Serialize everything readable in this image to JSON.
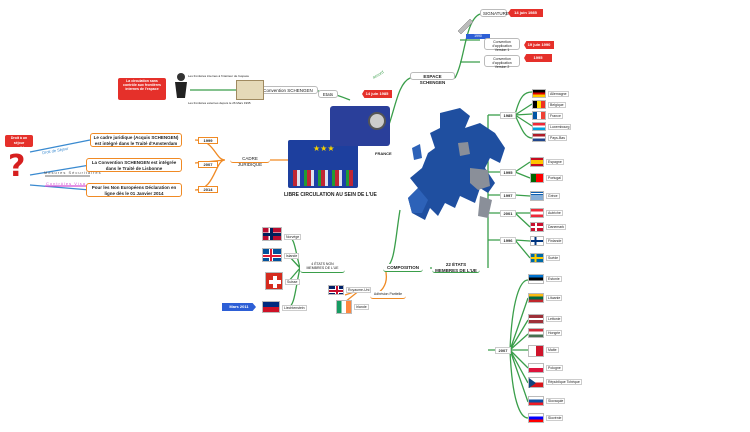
{
  "center": {
    "title": "LIBRE CIRCULATION AU SEIN DE L'UE"
  },
  "topright": {
    "signature_label": "SIGNATURE",
    "date_signature": "14 juin 1985",
    "convention_1": "Convention d'application Version 1",
    "convention_1_badge": "1990",
    "date_convention_1": "19 juin 1990",
    "convention_2": "Convention d'application Version 2",
    "date_convention_2": "1995",
    "schengen": "ESPACE SCHENGEN",
    "schengen_date": "14 juin 1985",
    "lieu": "Etats",
    "pays_signataire": "FRANCE",
    "ecriture": "accord"
  },
  "history": {
    "title": "Convention SCHENGEN",
    "caption_top": "Les frontières internes à l'intérieur de l'espace",
    "caption_bottom": "Les frontières externes depuis le 26 Mars 1995",
    "quote": "La circulation sans contrôle aux frontières internes de l'espace",
    "warn": "!"
  },
  "legal": {
    "cadre": "CADRE JURIDIQUE",
    "items": [
      {
        "text": "Le cadre juridique (Acquis SCHENGEN) est intégré dans le Traité d'Amsterdam",
        "year": "1999"
      },
      {
        "text": "La Convention SCHENGEN est intégrée dans le Traité de Lisbonne",
        "year": "2007"
      },
      {
        "text": "Pour les Non Européens Déclaration en ligne dès le 01 Janvier 2014",
        "year": "2014"
      }
    ],
    "side_labels": [
      "Droit de Séjour",
      "Mesures Sécuritaires",
      "Contrôles  Visa"
    ],
    "alert_badge": "Droit à un séjour possible"
  },
  "composition": {
    "label": "COMPOSITION",
    "states_label": "22 ÉTATS MEMBRES DE L'UE",
    "non_members_label": "4 ÉTATS NON MEMBRES DE L'UE",
    "ireland_label": "Adhésion Partielle",
    "liechtenstein_date": "Mars 2011",
    "years": [
      "1985",
      "1995",
      "1997",
      "2001",
      "1996",
      "2007"
    ],
    "flags_1985": [
      "Allemagne",
      "Belgique",
      "France",
      "Luxembourg",
      "Pays-Bas"
    ],
    "flags_1995": [
      "Espagne",
      "Portugal"
    ],
    "flags_1997": [
      "Grèce"
    ],
    "flags_2001": [
      "Autriche",
      "Danemark"
    ],
    "flags_1996": [
      "Finlande",
      "Suède"
    ],
    "flags_2007": [
      "Estonie",
      "Lituanie",
      "Lettonie",
      "Hongrie",
      "Malte",
      "Pologne",
      "République Tchèque",
      "Slovaquie",
      "Slovénie"
    ],
    "flags_non_members": [
      "Norvège",
      "Islande",
      "Suisse",
      "Liechtenstein"
    ],
    "flags_partial": [
      "Royaume-Uni",
      "Irlande"
    ]
  },
  "colors": {
    "green": "#3a9e4a",
    "orange": "#f08a24",
    "blue": "#4b7bd8",
    "red": "#e5302a",
    "pink": "#d44fd4"
  }
}
